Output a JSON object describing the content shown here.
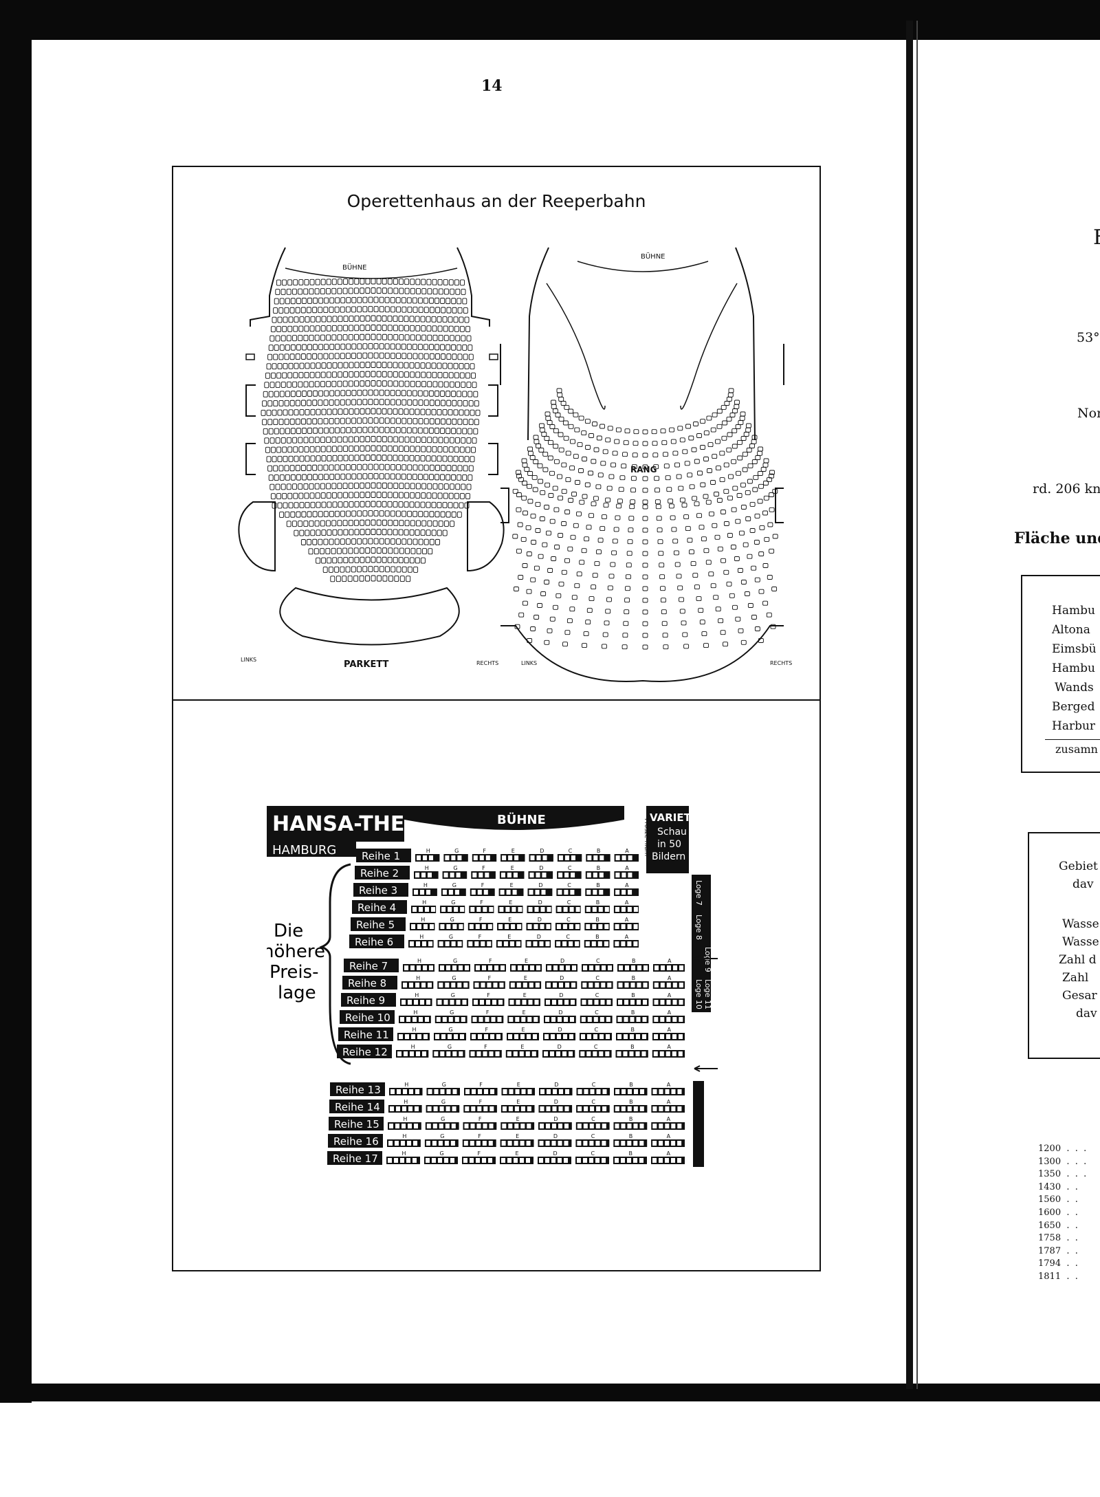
{
  "page_number": "14",
  "operettenhaus": {
    "title": "Operettenhaus an der Reeperbahn",
    "left_plan": {
      "stage": "BÜHNE",
      "section": "PARKETT",
      "left": "LINKS",
      "right": "RECHTS"
    },
    "right_plan": {
      "stage": "BÜHNE",
      "section": "RANG",
      "left": "LINKS",
      "right": "RECHTS"
    }
  },
  "hansa": {
    "title": "HANSA-THEATER",
    "city": "HAMBURG",
    "stage": "BÜHNE",
    "proscenium": "Prosze-nium",
    "variete_title": "VARIETE",
    "variete_sub": [
      "Schau",
      "in 50",
      "Bildern"
    ],
    "price_label": [
      "Die",
      "höhere",
      "Preis-",
      "lage"
    ],
    "rows": [
      "Reihe 1",
      "Reihe 2",
      "Reihe 3",
      "Reihe 4",
      "Reihe 5",
      "Reihe 6",
      "Reihe 7",
      "Reihe 8",
      "Reihe 9",
      "Reihe 10",
      "Reihe 11",
      "Reihe 12",
      "Reihe 13",
      "Reihe 14",
      "Reihe 15",
      "Reihe 16",
      "Reihe 17"
    ],
    "boxes": [
      "Loge 7",
      "Loge 8",
      "Loge 9",
      "Loge 10",
      "Loge 11"
    ],
    "blocks": [
      "H",
      "G",
      "F",
      "E",
      "D",
      "C",
      "B",
      "A"
    ]
  },
  "right_page_fragments": {
    "heading_letter": "F",
    "coord": "53°",
    "north": "Nor",
    "distance": "rd. 206 kn",
    "section_heading": "Fläche und",
    "districts": [
      "Hambu",
      "Altona",
      "Eimsbü",
      "Hambu",
      "Wands",
      "Berged",
      "Harbur"
    ],
    "districts_total": "zusamn",
    "stats": [
      "Gebiet",
      "dav",
      "Wasse",
      "Wasse",
      "Zahl d",
      "Zahl",
      "Gesar",
      "dav"
    ],
    "years": [
      "1200  .  .  .",
      "1300  .  .  .",
      "1350  .  .  .",
      "1430  .  .",
      "1560  .  .",
      "1600  .  .",
      "1650  .  .",
      "1758  .  .",
      "1787  .  .",
      "1794  .  .",
      "1811  .  ."
    ]
  }
}
